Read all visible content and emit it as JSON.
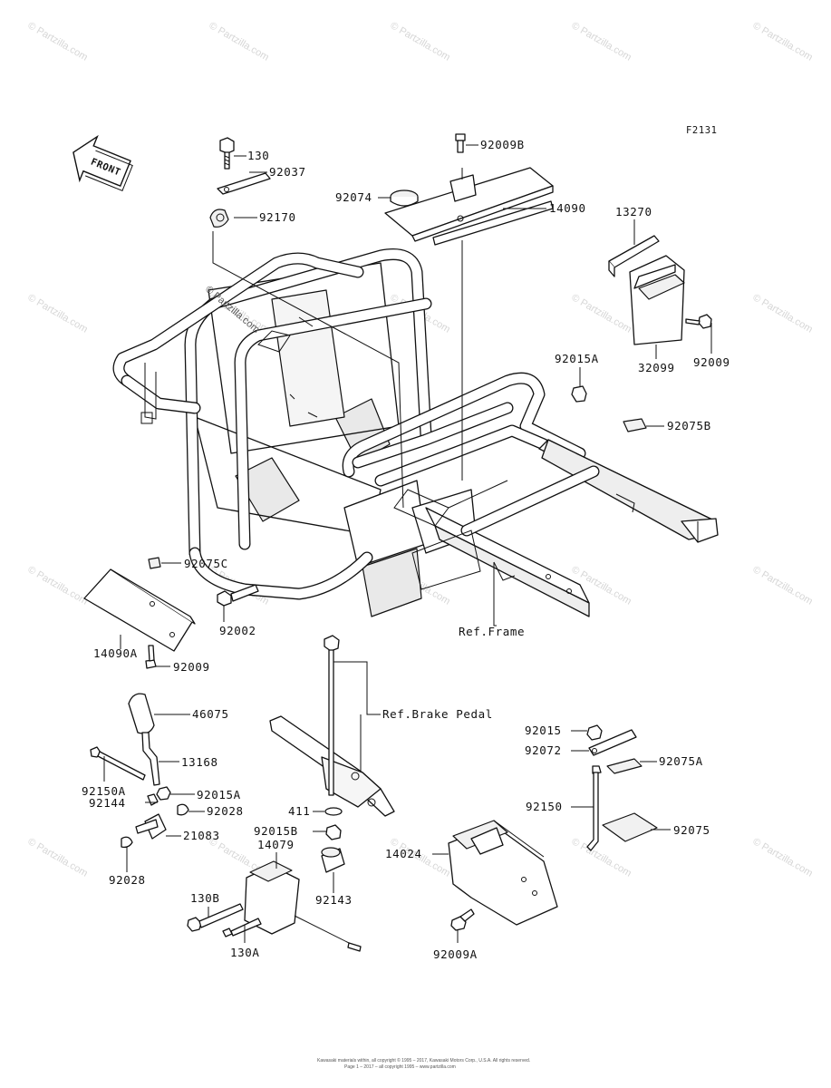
{
  "diagram": {
    "figure_code": "F2131",
    "front_label": "FRONT",
    "watermark": "© Partzilla.com",
    "center_watermark": "© Partzilla.com",
    "footer_lines": [
      "Kawasaki materials within, all copyright © 1995 – 2017, Kawasaki Motors Corp., U.S.A. All rights reserved.",
      "Page 1 – 2017 – all copyright 1995 – www.partzilla.com"
    ],
    "part_labels": [
      {
        "id": "130",
        "text": "130"
      },
      {
        "id": "92037",
        "text": "92037"
      },
      {
        "id": "92170",
        "text": "92170"
      },
      {
        "id": "92009B",
        "text": "92009B"
      },
      {
        "id": "92074",
        "text": "92074"
      },
      {
        "id": "14090",
        "text": "14090"
      },
      {
        "id": "13270",
        "text": "13270"
      },
      {
        "id": "32099",
        "text": "32099"
      },
      {
        "id": "92009_r",
        "text": "92009"
      },
      {
        "id": "92015A_r",
        "text": "92015A"
      },
      {
        "id": "92075B",
        "text": "92075B"
      },
      {
        "id": "92075C",
        "text": "92075C"
      },
      {
        "id": "92002",
        "text": "92002"
      },
      {
        "id": "14090A",
        "text": "14090A"
      },
      {
        "id": "92009_l",
        "text": "92009"
      },
      {
        "id": "ref_frame",
        "text": "Ref.Frame"
      },
      {
        "id": "ref_brake",
        "text": "Ref.Brake Pedal"
      },
      {
        "id": "46075",
        "text": "46075"
      },
      {
        "id": "13168",
        "text": "13168"
      },
      {
        "id": "92150A",
        "text": "92150A"
      },
      {
        "id": "92015A_l",
        "text": "92015A"
      },
      {
        "id": "92144",
        "text": "92144"
      },
      {
        "id": "92028_a",
        "text": "92028"
      },
      {
        "id": "21083",
        "text": "21083"
      },
      {
        "id": "92028_b",
        "text": "92028"
      },
      {
        "id": "14079",
        "text": "14079"
      },
      {
        "id": "411",
        "text": "411"
      },
      {
        "id": "92015B",
        "text": "92015B"
      },
      {
        "id": "92143",
        "text": "92143"
      },
      {
        "id": "130B",
        "text": "130B"
      },
      {
        "id": "130A",
        "text": "130A"
      },
      {
        "id": "92015_r",
        "text": "92015"
      },
      {
        "id": "92072",
        "text": "92072"
      },
      {
        "id": "92075A",
        "text": "92075A"
      },
      {
        "id": "92150",
        "text": "92150"
      },
      {
        "id": "92075",
        "text": "92075"
      },
      {
        "id": "14024",
        "text": "14024"
      },
      {
        "id": "92009A",
        "text": "92009A"
      }
    ]
  }
}
